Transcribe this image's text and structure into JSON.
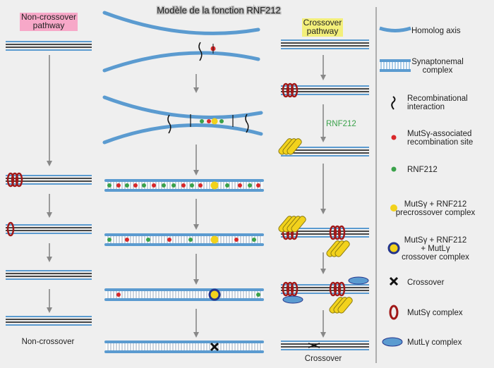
{
  "title": "Modèle de la fonction RNF212",
  "left_column": {
    "title_line1": "Non-crossover",
    "title_line2": "pathway",
    "result_label": "Non-crossover",
    "highlight_color": "#f7a8c8"
  },
  "right_column": {
    "title_line1": "Crossover",
    "title_line2": "pathway",
    "result_label": "Crossover",
    "step_label": "RNF212",
    "highlight_color": "#f3ef7a"
  },
  "colors": {
    "axis": "#5b9bd0",
    "mutsg_site": "#d9282a",
    "rnf212": "#3aa24a",
    "precrossover": "#f2d21c",
    "mutlg": "#24358c",
    "dna": "#111111"
  },
  "legend": [
    {
      "icon": "homolog-axis-icon",
      "lines": [
        "Homolog axis"
      ]
    },
    {
      "icon": "synaptonemal-complex-icon",
      "lines": [
        "Synaptonemal",
        "complex"
      ]
    },
    {
      "icon": "recombinational-interaction-icon",
      "lines": [
        "Recombinational",
        "interaction"
      ]
    },
    {
      "icon": "red-dot-icon",
      "lines": [
        "MutSγ-associated",
        "recombination site"
      ]
    },
    {
      "icon": "green-dot-icon",
      "lines": [
        "RNF212"
      ]
    },
    {
      "icon": "yellow-dot-icon",
      "lines": [
        "MutSγ + RNF212",
        "precrossover complex"
      ]
    },
    {
      "icon": "blue-ring-dot-icon",
      "lines": [
        "MutSγ + RNF212",
        "+ MutLγ",
        "crossover complex"
      ]
    },
    {
      "icon": "cross-icon",
      "lines": [
        "Crossover"
      ]
    },
    {
      "icon": "red-ring-icon",
      "lines": [
        "MutSγ complex"
      ]
    },
    {
      "icon": "blue-ellipse-icon",
      "lines": [
        "MutLγ complex"
      ]
    }
  ]
}
